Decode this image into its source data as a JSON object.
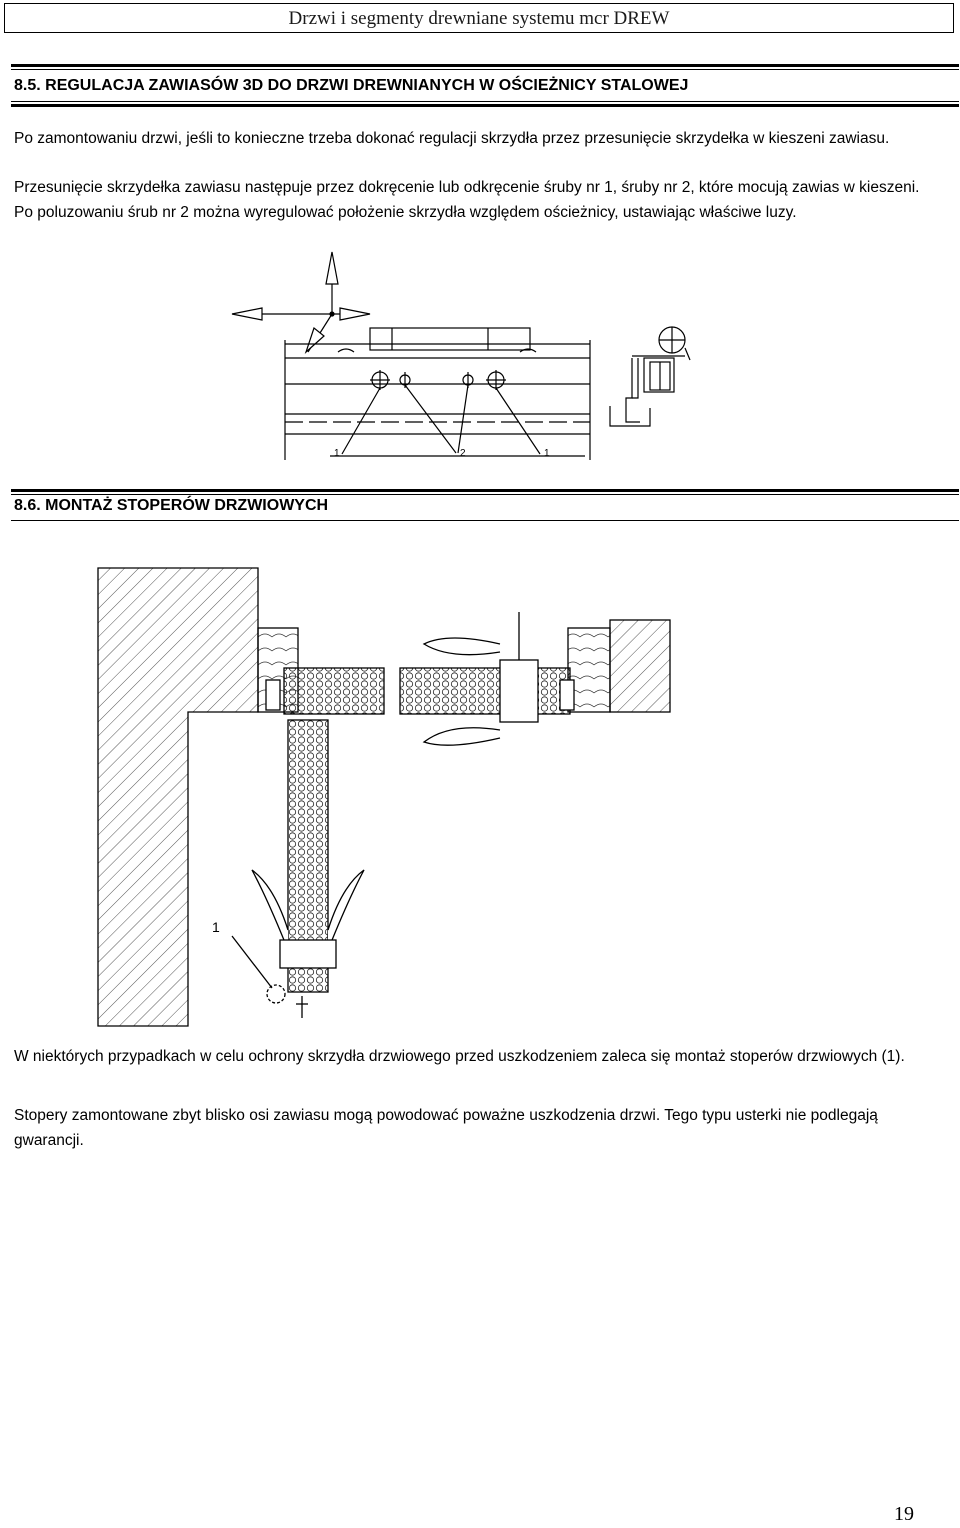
{
  "header": {
    "title": "Drzwi i segmenty drewniane systemu mcr DREW"
  },
  "section_85": {
    "title": "8.5. REGULACJA ZAWIASÓW 3D DO DRZWI DREWNIANYCH W OŚCIEŻNICY STALOWEJ",
    "paragraph_1": "Po zamontowaniu drzwi, jeśli to konieczne trzeba  dokonać regulacji skrzydła przez przesunięcie skrzydełka w kieszeni zawiasu.",
    "paragraph_2": "Przesunięcie skrzydełka zawiasu następuje przez dokręcenie lub odkręcenie śruby  nr 1, śruby nr 2, które mocują zawias w kieszeni. Po poluzowaniu  śrub nr 2 można wyregulować położenie skrzydła względem ościeżnicy, ustawiając właściwe luzy.",
    "figure_labels": [
      "1",
      "2",
      "1"
    ]
  },
  "section_86": {
    "title": "8.6. MONTAŻ STOPERÓW DRZWIOWYCH",
    "figure_label": "1",
    "paragraph_1": "W niektórych przypadkach w celu ochrony skrzydła drzwiowego przed uszkodzeniem zaleca się montaż stoperów drzwiowych (1).",
    "paragraph_2": "Stopery zamontowane zbyt blisko osi zawiasu mogą powodować poważne uszkodzenia drzwi. Tego typu usterki nie podlegają gwarancji."
  },
  "footer": {
    "page_number": "19"
  }
}
